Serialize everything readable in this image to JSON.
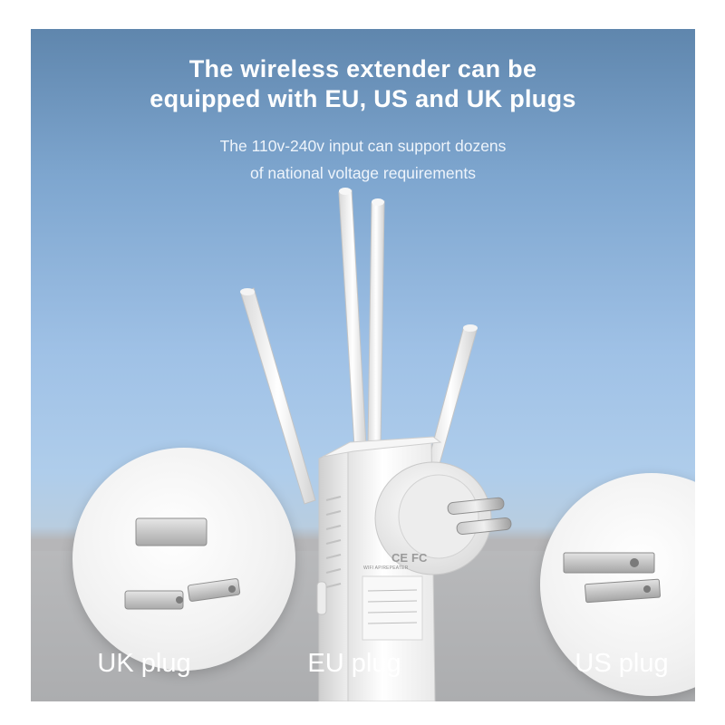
{
  "banner": {
    "headline_line1": "The wireless extender can be",
    "headline_line2": "equipped with EU, US and UK plugs",
    "subline_line1": "The 110v-240v input can support dozens",
    "subline_line2": "of national voltage requirements"
  },
  "captions": {
    "uk": "UK plug",
    "eu": "EU plug",
    "us": "US plug"
  },
  "device_label": {
    "title": "WIFI AP/REPEATER",
    "ce_mark": "CE",
    "fc_mark": "FC"
  },
  "colors": {
    "sky_top": "#5f86ad",
    "sky_mid": "#9fc1e6",
    "floor": "#aeaeb0",
    "device_white": "#f4f4f4",
    "metal_pin": "#c9c9c9"
  }
}
